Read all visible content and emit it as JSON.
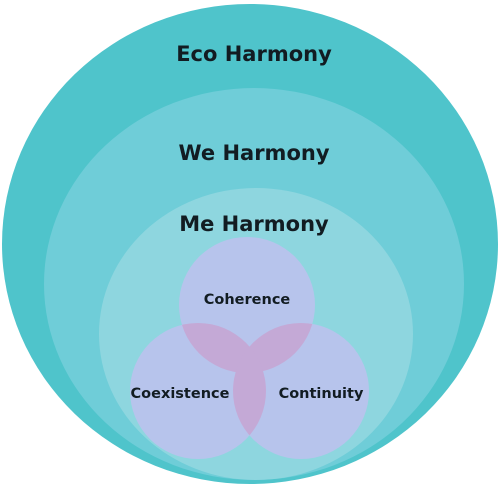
{
  "colors": {
    "eco": "#4fc4cb",
    "we": "#6fcdd8",
    "me": "#8ed6df",
    "venn_circle": "#b7c4ec",
    "venn_overlap": "#c4a9d6",
    "text": "#121c22"
  },
  "layers": {
    "eco": {
      "label": "Eco Harmony"
    },
    "we": {
      "label": "We Harmony"
    },
    "me": {
      "label": "Me Harmony"
    }
  },
  "venn": {
    "top": {
      "label": "Coherence"
    },
    "left": {
      "label": "Coexistence"
    },
    "right": {
      "label": "Continuity"
    }
  }
}
